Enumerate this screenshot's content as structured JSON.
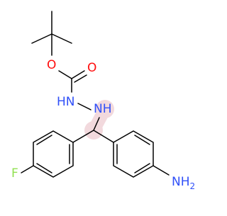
{
  "molecule": {
    "atoms": {
      "carbonyl_oxygen": "O",
      "ester_oxygen": "O",
      "hydrazine_nh_1": "HN",
      "hydrazine_nh_2": "NH",
      "fluorine": "F",
      "amine_n": "NH",
      "amine_subscript": "2"
    },
    "colors": {
      "bond": "#000000",
      "oxygen": "#ff0d0d",
      "nitrogen": "#3050f8",
      "fluorine": "#90e050",
      "highlight": "#f2d9dd"
    }
  }
}
